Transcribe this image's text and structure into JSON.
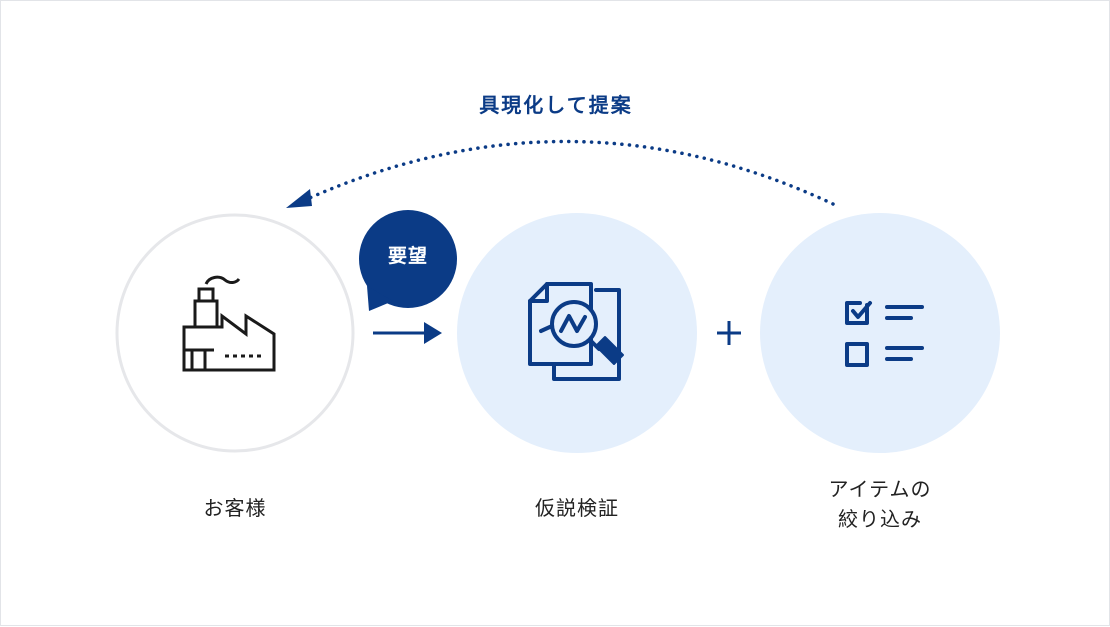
{
  "feedback_label": "具現化して提案",
  "request_bubble": "要望",
  "nodes": {
    "customer": {
      "label": "お客様",
      "icon": "factory-icon"
    },
    "verification": {
      "label": "仮説検証",
      "icon": "document-magnifier-icon"
    },
    "narrowing": {
      "label": "アイテムの\n絞り込み",
      "icon": "checklist-icon"
    }
  },
  "colors": {
    "navy": "#0b3b86",
    "light_circle": "#e4effc",
    "outline_circle": "#e6e7ea",
    "icon_dark": "#1a1a1a"
  }
}
